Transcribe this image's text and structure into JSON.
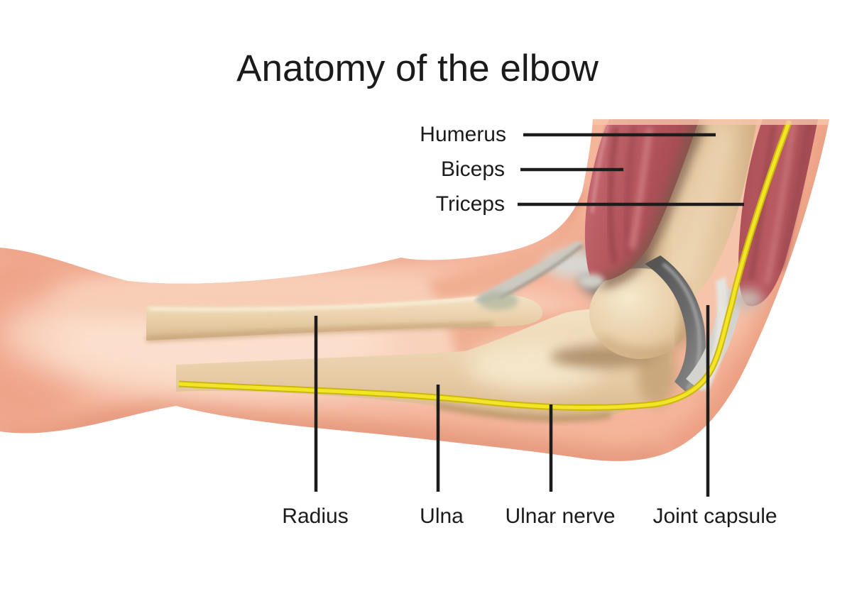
{
  "title": "Anatomy of the elbow",
  "labels": {
    "humerus": "Humerus",
    "biceps": "Biceps",
    "triceps": "Triceps",
    "radius": "Radius",
    "ulna": "Ulna",
    "ulnar_nerve": "Ulnar nerve",
    "joint_capsule": "Joint capsule"
  },
  "colors": {
    "background": "#ffffff",
    "text": "#1b1b1b",
    "leader_line": "#1c1c1c",
    "skin": "#f4b59b",
    "skin_shadow": "#eb9d81",
    "skin_light": "#fbdfcd",
    "bone_light": "#f2e0c2",
    "bone_dark": "#d8b78e",
    "muscle_red": "#b2545a",
    "muscle_dark": "#8e3c42",
    "muscle_highlight": "#cf7a80",
    "nerve_yellow": "#f2e426",
    "nerve_edge": "#cbb60f",
    "joint_capsule_gray": "#5a5a5a",
    "tendon_gray": "#d5d3cd"
  }
}
